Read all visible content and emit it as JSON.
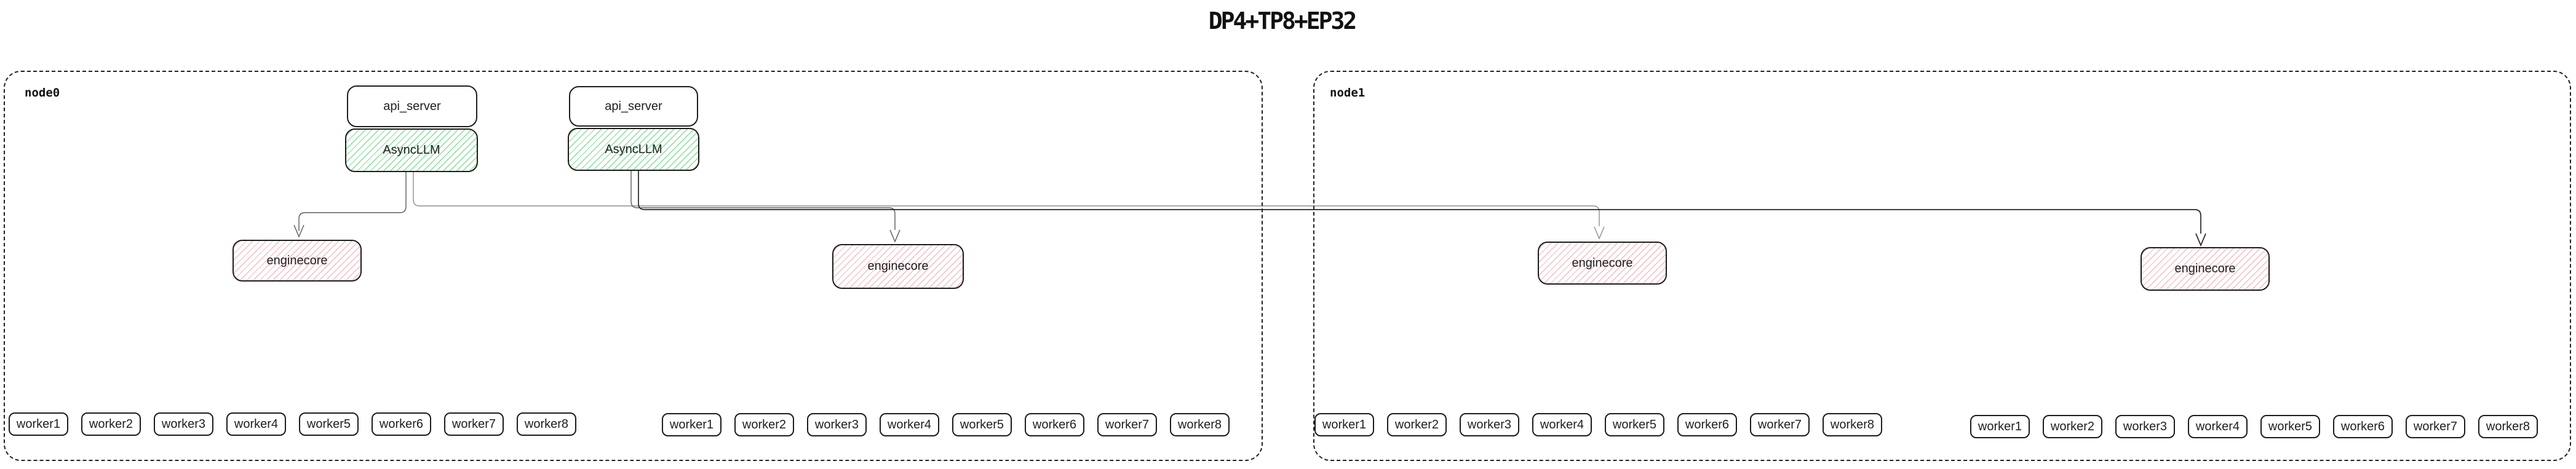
{
  "title": "DP4+TP8+EP32",
  "nodes": [
    {
      "label": "node0",
      "api_servers": [
        "api_server",
        "api_server"
      ],
      "async_llms": [
        "AsyncLLM",
        "AsyncLLM"
      ],
      "enginecores": [
        "enginecore",
        "enginecore"
      ],
      "worker_groups": [
        [
          "worker1",
          "worker2",
          "worker3",
          "worker4",
          "worker5",
          "worker6",
          "worker7",
          "worker8"
        ],
        [
          "worker1",
          "worker2",
          "worker3",
          "worker4",
          "worker5",
          "worker6",
          "worker7",
          "worker8"
        ]
      ]
    },
    {
      "label": "node1",
      "enginecores": [
        "enginecore",
        "enginecore"
      ],
      "worker_groups": [
        [
          "worker1",
          "worker2",
          "worker3",
          "worker4",
          "worker5",
          "worker6",
          "worker7",
          "worker8"
        ],
        [
          "worker1",
          "worker2",
          "worker3",
          "worker4",
          "worker5",
          "worker6",
          "worker7",
          "worker8"
        ]
      ]
    }
  ],
  "edges": [
    {
      "from": "node0-asyncllm-0",
      "to": "node0-enginecore-0"
    },
    {
      "from": "node0-asyncllm-0",
      "to": "node1-enginecore-0"
    },
    {
      "from": "node0-asyncllm-1",
      "to": "node0-enginecore-1"
    },
    {
      "from": "node0-asyncllm-1",
      "to": "node1-enginecore-1"
    }
  ],
  "colors": {
    "box_border": "#1c1c1c",
    "node_border": "#222222",
    "async_hatch_green": "#86de97",
    "engine_hatch_pink": "#f4bcc0",
    "edge_light": "#8f8f8f",
    "edge_mid": "#5a5a5a",
    "edge_dark": "#252525"
  }
}
